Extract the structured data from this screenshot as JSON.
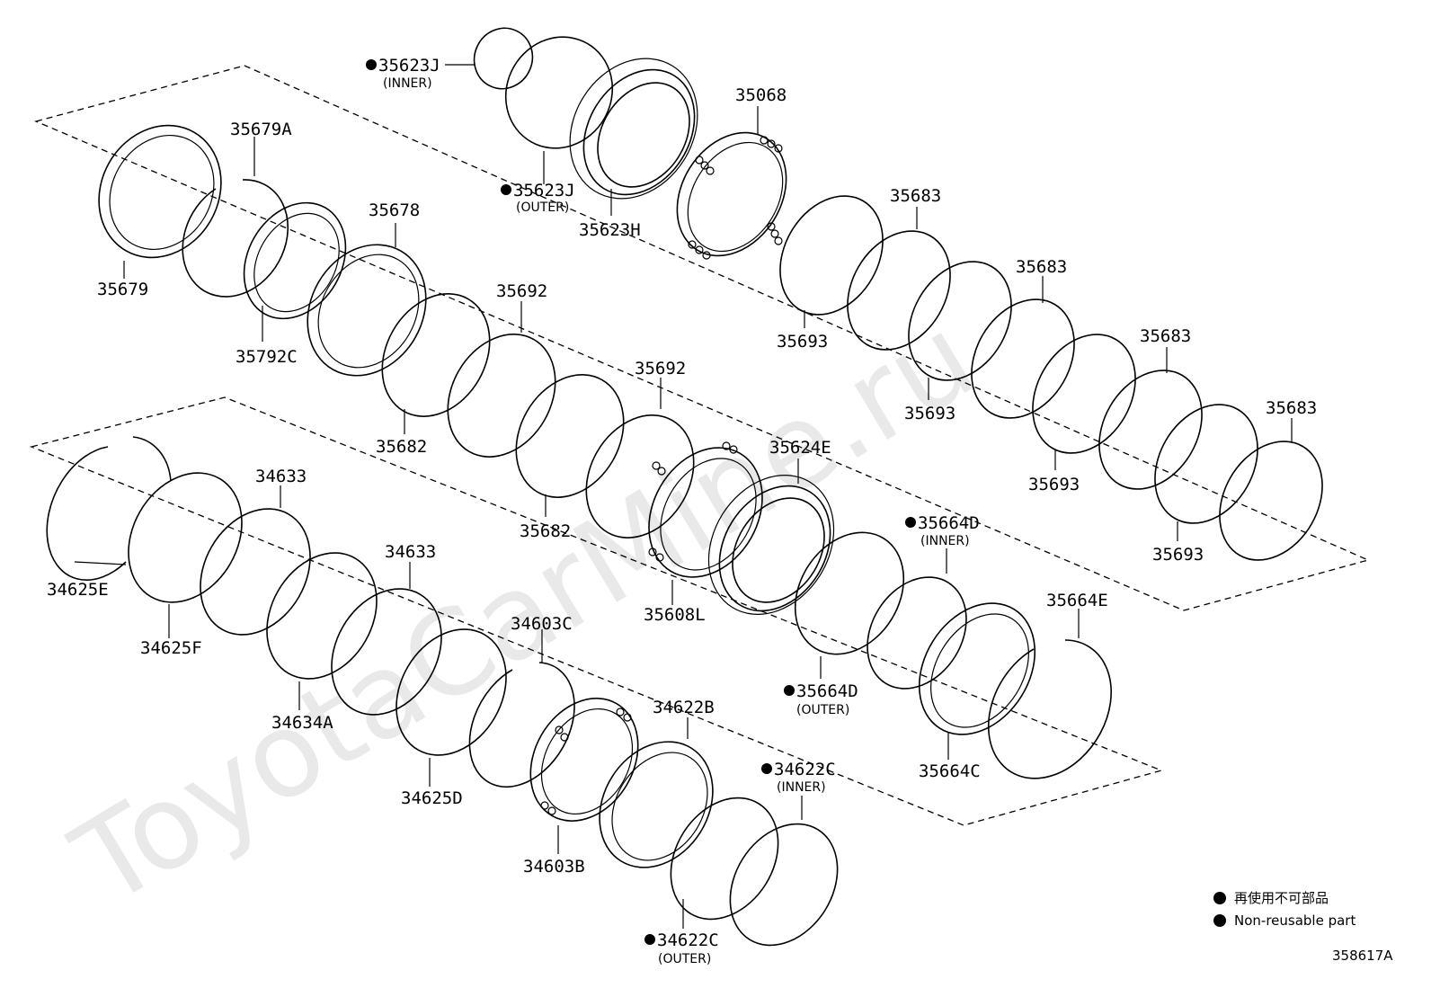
{
  "watermark": "ToyotaCarMine.ru",
  "labels": {
    "p35623J_inner": "35623J",
    "p35623J_inner_sub": "(INNER)",
    "p35623J_outer": "35623J",
    "p35623J_outer_sub": "(OUTER)",
    "p35623H": "35623H",
    "p35068": "35068",
    "p35679A": "35679A",
    "p35679": "35679",
    "p35678": "35678",
    "p35792C": "35792C",
    "p35692a": "35692",
    "p35682a": "35682",
    "p35692b": "35692",
    "p35682b": "35682",
    "p35683a": "35683",
    "p35693a": "35693",
    "p35683b": "35683",
    "p35693b": "35693",
    "p35683c": "35683",
    "p35693c": "35693",
    "p35683d": "35683",
    "p35693d": "35693",
    "p35624E": "35624E",
    "p35608L": "35608L",
    "p35664D_inner": "35664D",
    "p35664D_inner_sub": "(INNER)",
    "p35664D_outer": "35664D",
    "p35664D_outer_sub": "(OUTER)",
    "p35664E": "35664E",
    "p35664C": "35664C",
    "p34625E": "34625E",
    "p34625F": "34625F",
    "p34633a": "34633",
    "p34633b": "34633",
    "p34634A": "34634A",
    "p34625D": "34625D",
    "p34603C": "34603C",
    "p34603B": "34603B",
    "p34622B": "34622B",
    "p34622C_inner": "34622C",
    "p34622C_inner_sub": "(INNER)",
    "p34622C_outer": "34622C",
    "p34622C_outer_sub": "(OUTER)"
  },
  "legend": {
    "japanese": "再使用不可部品",
    "english": "Non-reusable part"
  },
  "diagram_code": "358617A"
}
